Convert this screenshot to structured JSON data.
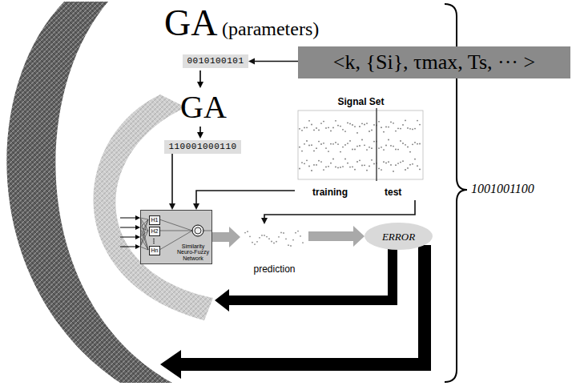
{
  "diagram": {
    "nodes": [
      {
        "text": [
          "0010100101"
        ]
      },
      {
        "text": [
          "<k, {Si}, τmax, Ts, ··· >"
        ]
      },
      {
        "text": [
          "110001000110"
        ]
      },
      {
        "text": [
          "Signal Set",
          "training",
          "test"
        ]
      },
      {
        "text": [
          "Similarity Neuro-Fuzzy Network"
        ]
      },
      {
        "text": [
          "H1"
        ],
        "in": 4
      },
      {
        "text": [
          "H2"
        ],
        "in": 4
      },
      {
        "text": [
          "Hn"
        ],
        "in": 4
      },
      {
        "text": [
          "prediction"
        ]
      },
      {
        "text": [
          "ERROR"
        ]
      }
    ],
    "edges": [
      {
        "from": 1,
        "to": 0,
        "arrow": "to"
      },
      {
        "from": 2,
        "to": 4,
        "arrow": "to"
      },
      {
        "from": 3,
        "to": 4,
        "arrow": "to"
      },
      {
        "from": 3,
        "to": 8,
        "arrow": "to"
      },
      {
        "from": 4,
        "to": 8,
        "arrow": "to"
      },
      {
        "from": 8,
        "to": 9,
        "arrow": "to"
      }
    ],
    "labels": [
      "GA",
      "(parameters)",
      "GA",
      "1001001100"
    ]
  }
}
